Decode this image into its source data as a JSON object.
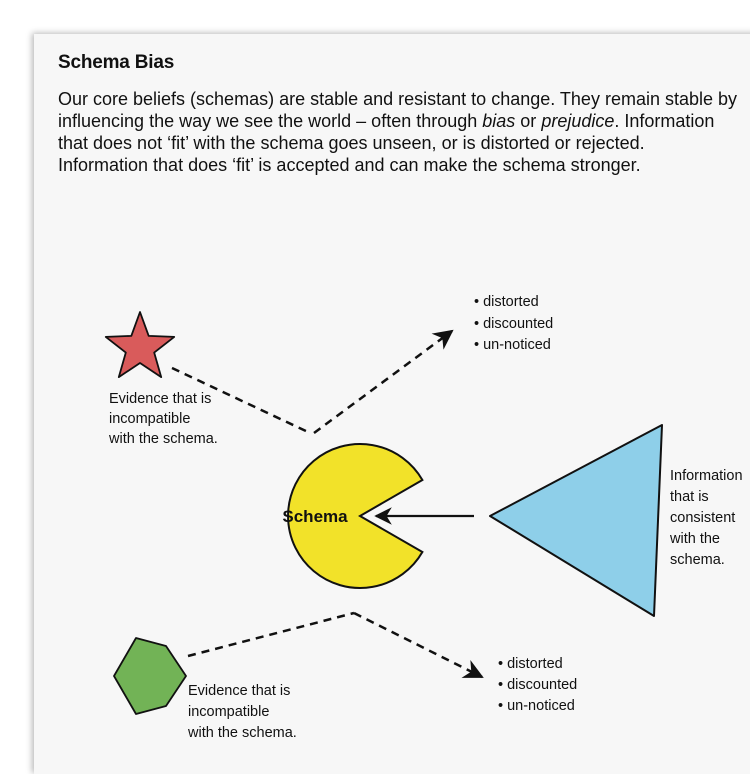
{
  "title": "Schema Bias",
  "intro": {
    "line1": "Our core beliefs (schemas) are stable and resistant to change.  They remain stable by",
    "line2_a": "influencing the way we see the world – often through ",
    "line2_b": "bias",
    "line2_c": " or ",
    "line2_d": "prejudice",
    "line2_e": ".  Information",
    "line3": "that does not ‘fit’ with the  schema goes unseen, or is distorted or rejected.",
    "line4": "Information that does ‘fit’ is accepted and can make the schema stronger."
  },
  "diagram": {
    "schema_label": "Schema",
    "star_label": [
      "Evidence that is",
      "incompatible",
      "with the schema."
    ],
    "hexagon_label": [
      "Evidence that is",
      "incompatible",
      "with the schema."
    ],
    "triangle_label": [
      "Information",
      "that is",
      "consistent",
      "with the",
      "schema."
    ],
    "outcomes_top": [
      "• distorted",
      "• discounted",
      "• un-noticed"
    ],
    "outcomes_bottom": [
      "• distorted",
      "• discounted",
      "• un-noticed"
    ]
  },
  "colors": {
    "schema": "#f2e229",
    "star": "#d95b5b",
    "hexagon": "#72b356",
    "triangle": "#8ecfe9",
    "outline": "#111111"
  }
}
